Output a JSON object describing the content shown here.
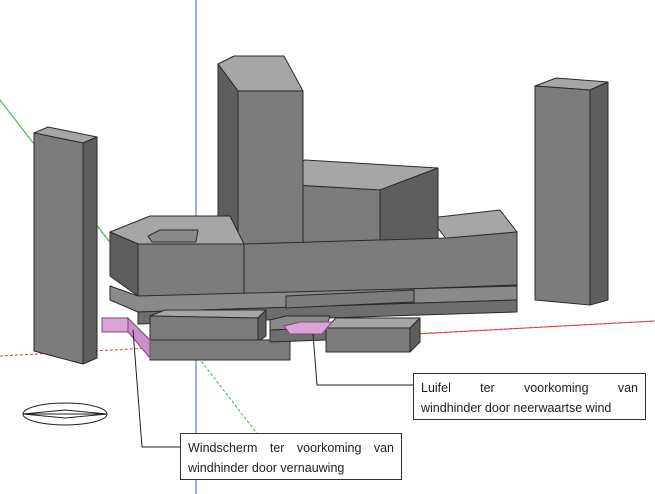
{
  "callouts": {
    "luifel": {
      "line1": "Luifel ter voorkoming van",
      "line2": "windhinder door neerwaartse wind"
    },
    "windscherm": {
      "line1": "Windscherm ter voorkoming van",
      "line2": "windhinder door vernauwing"
    }
  },
  "colors": {
    "building_front": "#7c7c7c",
    "building_top": "#a6a6a6",
    "building_side": "#5e5e5e",
    "edge": "#2a2a2a",
    "canopy": "#d9a4d6",
    "axis_x": "#e04040",
    "axis_y": "#3fb54a",
    "axis_z": "#4a62c8",
    "background": "#ffffff"
  }
}
